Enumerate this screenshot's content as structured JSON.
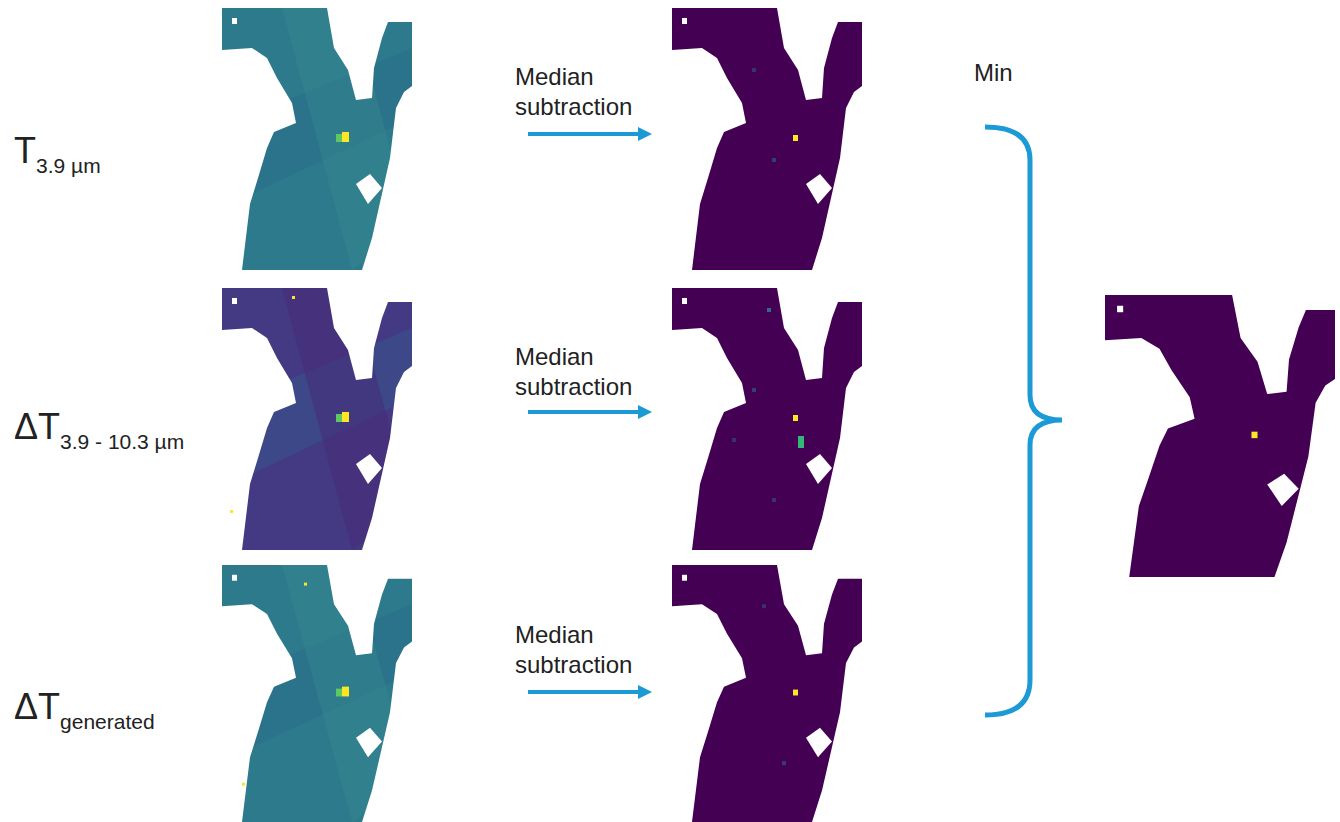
{
  "diagram": {
    "labels": [
      "T",
      "3.9 µm",
      "Median subtraction",
      "Min",
      "ΔT",
      "3.9 - 10.3 µm",
      "Median subtraction",
      "ΔT",
      "generated",
      "Median subtraction"
    ]
  }
}
